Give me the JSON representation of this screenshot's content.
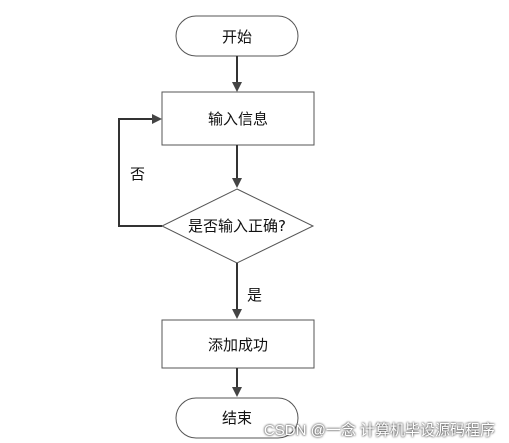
{
  "nodes": {
    "start": "开始",
    "input": "输入信息",
    "decision": "是否输入正确?",
    "success": "添加成功",
    "end": "结束"
  },
  "edges": {
    "yes_label": "是",
    "no_label": "否"
  },
  "watermark": "CSDN @一念 计算机毕设源码程序",
  "colors": {
    "stroke": "#555555",
    "fill": "#ffffff"
  }
}
